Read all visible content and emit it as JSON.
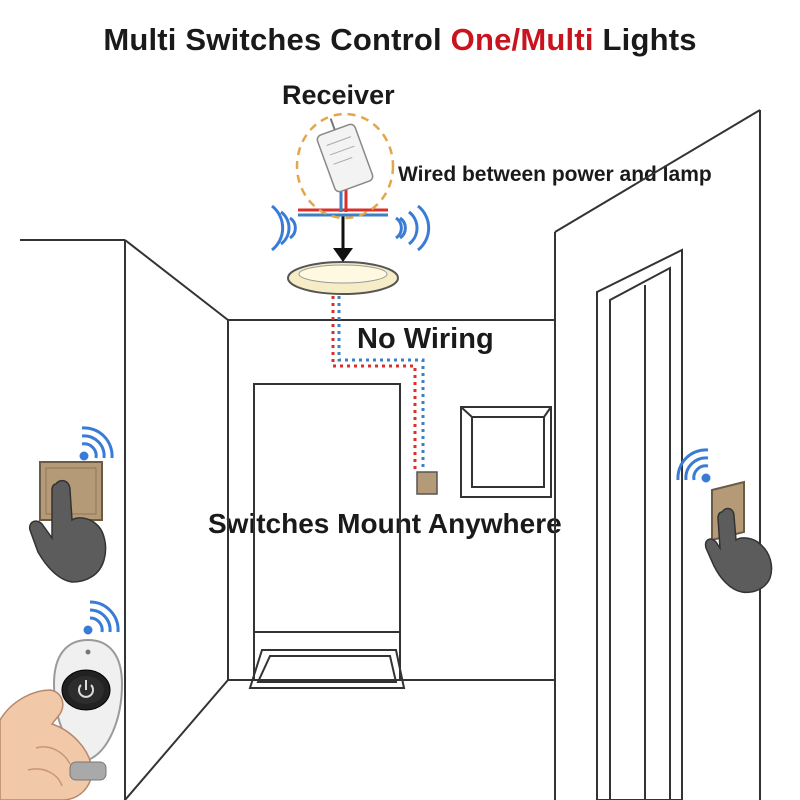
{
  "title": {
    "prefix": "Multi Switches Control",
    "highlight": "One/Multi",
    "suffix": "Lights"
  },
  "labels": {
    "receiver": "Receiver",
    "wired": "Wired between power and lamp",
    "no_wiring": "No Wiring",
    "switches_mount": "Switches Mount Anywhere"
  },
  "colors": {
    "highlight": "#c8141e",
    "switch_panel": "#b59a78",
    "wire_red": "#d9302c",
    "wire_blue": "#3b82c4",
    "lamp_glow": "#f6ecc6",
    "signal": "#3a7bd5",
    "receiver_ring": "#e3a64a"
  }
}
